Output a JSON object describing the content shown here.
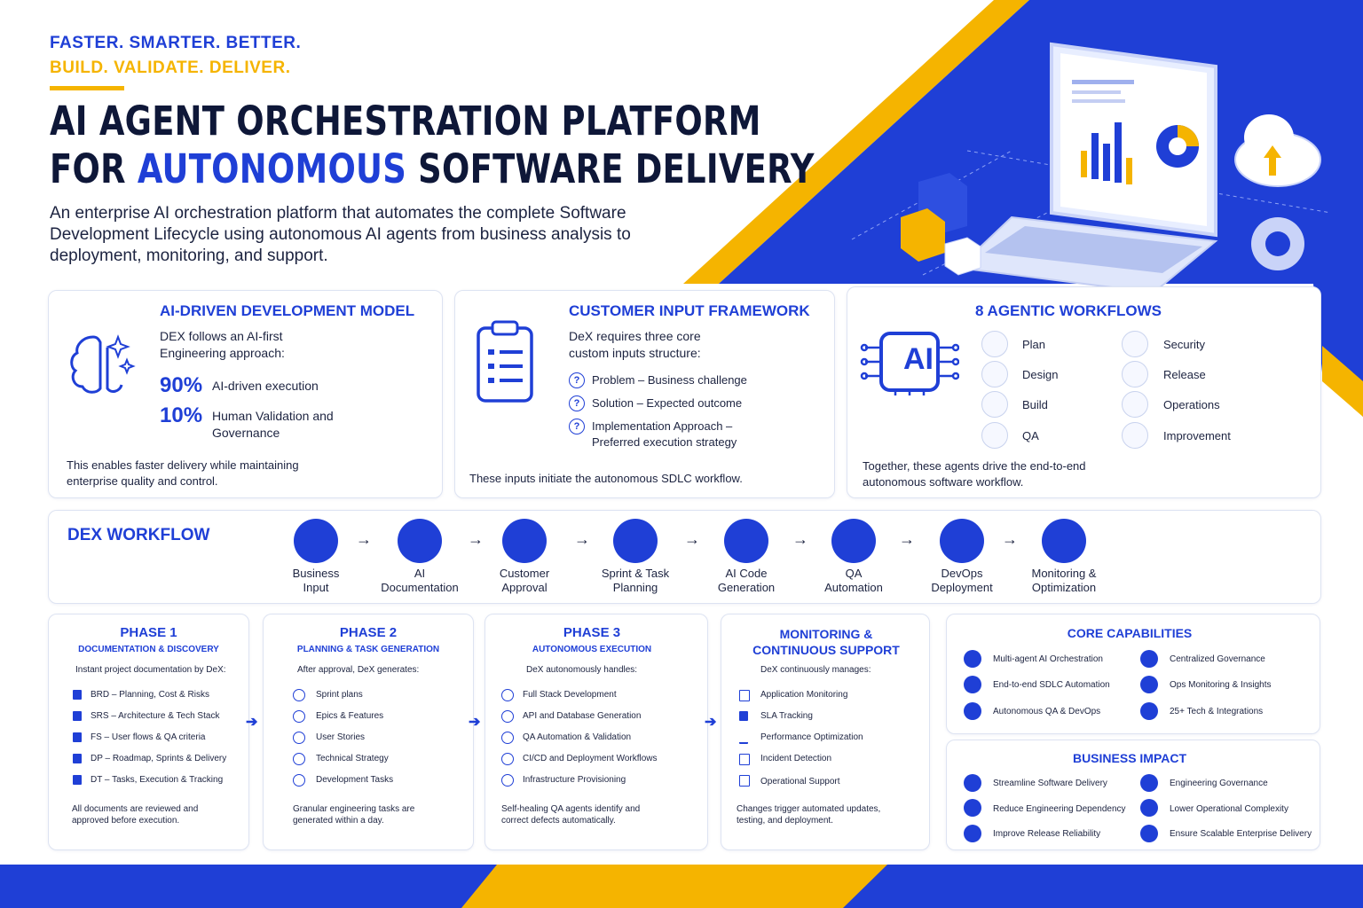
{
  "header": {
    "tagline1": "FASTER. SMARTER. BETTER.",
    "tagline2": "BUILD. VALIDATE. DELIVER.",
    "title_line1": "AI AGENT ORCHESTRATION PLATFORM",
    "title_line2_pre": "FOR ",
    "title_line2_hl": "AUTONOMOUS",
    "title_line2_post": " SOFTWARE DELIVERY",
    "lead": "An enterprise AI orchestration platform that automates the complete Software Development Lifecycle using autonomous AI agents from business analysis to deployment, monitoring, and support."
  },
  "dev_model": {
    "title": "AI-DRIVEN DEVELOPMENT MODEL",
    "intro": "DEX follows an AI-first Engineering approach:",
    "stat1_value": "90%",
    "stat1_label": "AI-driven execution",
    "stat2_value": "10%",
    "stat2_label": "Human Validation and Governance",
    "footer": "This enables faster delivery while maintaining enterprise quality and control.",
    "icon": "brain-sparkle-icon"
  },
  "input_framework": {
    "title": "CUSTOMER INPUT FRAMEWORK",
    "intro": "DeX requires three core custom inputs structure:",
    "items": [
      "Problem – Business challenge",
      "Solution – Expected outcome",
      "Implementation Approach – Preferred execution strategy"
    ],
    "footer": "These inputs initiate the autonomous SDLC workflow.",
    "icon": "clipboard-icon"
  },
  "workflows": {
    "title": "8 AGENTIC WORKFLOWS",
    "chip_label": "AI",
    "left": [
      {
        "label": "Plan",
        "icon": "calendar-icon"
      },
      {
        "label": "Design",
        "icon": "pencil-icon"
      },
      {
        "label": "Build",
        "icon": "code-icon"
      },
      {
        "label": "QA",
        "icon": "magnifier-icon"
      }
    ],
    "right": [
      {
        "label": "Security",
        "icon": "shield-lock-icon"
      },
      {
        "label": "Release",
        "icon": "paper-plane-icon"
      },
      {
        "label": "Operations",
        "icon": "gear-icon"
      },
      {
        "label": "Improvement",
        "icon": "chart-icon"
      }
    ],
    "footer": "Together, these agents drive the end-to-end autonomous software workflow."
  },
  "dex_workflow": {
    "title": "DEX WORKFLOW",
    "steps": [
      {
        "label1": "Business",
        "label2": "Input",
        "icon": "user-icon"
      },
      {
        "label1": "AI",
        "label2": "Documentation",
        "icon": "document-icon"
      },
      {
        "label1": "Customer",
        "label2": "Approval",
        "icon": "shield-check-icon"
      },
      {
        "label1": "Sprint & Task",
        "label2": "Planning",
        "icon": "clipboard-list-icon"
      },
      {
        "label1": "AI Code",
        "label2": "Generation",
        "icon": "code-icon"
      },
      {
        "label1": "QA",
        "label2": "Automation",
        "icon": "shield-check-icon"
      },
      {
        "label1": "DevOps",
        "label2": "Deployment",
        "icon": "megaphone-icon"
      },
      {
        "label1": "Monitoring &",
        "label2": "Optimization",
        "icon": "monitor-icon"
      }
    ]
  },
  "phases": [
    {
      "title": "PHASE 1",
      "subtitle": "DOCUMENTATION & DISCOVERY",
      "intro": "Instant project documentation by DeX:",
      "bullet": "doc",
      "items": [
        "BRD – Planning, Cost & Risks",
        "SRS – Architecture & Tech Stack",
        "FS – User flows & QA criteria",
        "DP – Roadmap, Sprints & Delivery",
        "DT – Tasks, Execution & Tracking"
      ],
      "footer1": "All documents are reviewed and",
      "footer2": "approved before execution."
    },
    {
      "title": "PHASE 2",
      "subtitle": "PLANNING & TASK GENERATION",
      "intro": "After approval, DeX generates:",
      "bullet": "check",
      "items": [
        "Sprint plans",
        "Epics & Features",
        "User Stories",
        "Technical Strategy",
        "Development Tasks"
      ],
      "footer1": "Granular engineering tasks are",
      "footer2": "generated within a day."
    },
    {
      "title": "PHASE 3",
      "subtitle": "AUTONOMOUS EXECUTION",
      "intro": "DeX autonomously handles:",
      "bullet": "check",
      "items": [
        "Full Stack Development",
        "API and Database Generation",
        "QA Automation & Validation",
        "CI/CD and Deployment Workflows",
        "Infrastructure Provisioning"
      ],
      "footer1": "Self-healing QA agents identify and",
      "footer2": "correct defects automatically."
    },
    {
      "title": "MONITORING &",
      "title2": "CONTINUOUS SUPPORT",
      "intro": "DeX continuously manages:",
      "bullet": "mixed",
      "items": [
        "Application Monitoring",
        "SLA Tracking",
        "Performance Optimization",
        "Incident Detection",
        "Operational Support"
      ],
      "footer1": "Changes trigger automated updates,",
      "footer2": "testing, and deployment."
    }
  ],
  "core_capabilities": {
    "title": "CORE CAPABILITIES",
    "left": [
      "Multi-agent AI Orchestration",
      "End-to-end SDLC Automation",
      "Autonomous QA & DevOps"
    ],
    "right": [
      "Centralized Governance",
      "Ops Monitoring & Insights",
      "25+ Tech & Integrations"
    ]
  },
  "business_impact": {
    "title": "BUSINESS IMPACT",
    "left": [
      "Streamline Software Delivery",
      "Reduce Engineering Dependency",
      "Improve Release Reliability"
    ],
    "right": [
      "Engineering Governance",
      "Lower Operational Complexity",
      "Ensure Scalable Enterprise Delivery"
    ]
  },
  "colors": {
    "brand_blue": "#1f3fd6",
    "accent_yellow": "#f5b400",
    "dark_text": "#0e1738"
  }
}
